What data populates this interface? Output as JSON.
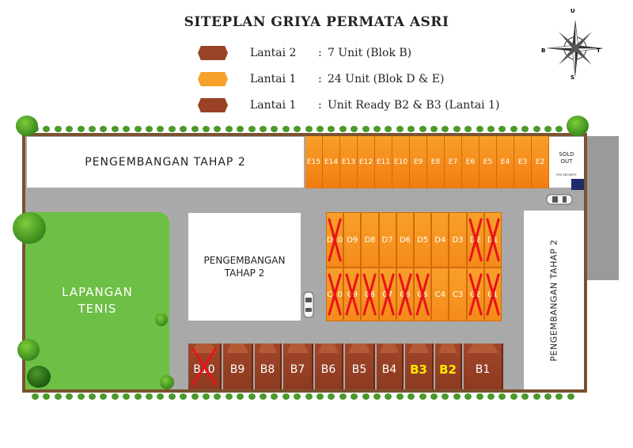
{
  "title": "SITEPLAN GRIYA PERMATA ASRI",
  "legend": [
    {
      "label": "Lantai 2",
      "colon": ":",
      "desc": "7 Unit (Blok B)",
      "color": "#9a4226"
    },
    {
      "label": "Lantai 1",
      "colon": ":",
      "desc": "24 Unit (Blok D & E)",
      "color": "#f7a128"
    },
    {
      "label": "Lantai 1",
      "colon": ":",
      "desc": "Unit Ready B2 & B3 (Lantai 1)",
      "color": "#9a4226"
    }
  ],
  "compass": {
    "north": "U",
    "south": "S",
    "east": "T",
    "west": "B"
  },
  "zones": {
    "top_left": "PENGEMBANGAN TAHAP 2",
    "center": "PENGEMBANGAN TAHAP 2",
    "right": "PENGEMBANGAN TAHAP 2",
    "tennis": "LAPANGAN TENIS"
  },
  "sold_out": {
    "label": "SOLD OUT",
    "security": "POS SECURITY"
  },
  "blok_e": [
    "E15",
    "E14",
    "E13",
    "E12",
    "E11",
    "E10",
    "E9",
    "E8",
    "E7",
    "E6",
    "E5",
    "E4",
    "E3",
    "E2"
  ],
  "blok_d_top": [
    {
      "label": "D10",
      "sold": true
    },
    {
      "label": "D9",
      "sold": false
    },
    {
      "label": "D8",
      "sold": false
    },
    {
      "label": "D7",
      "sold": false
    },
    {
      "label": "D6",
      "sold": false
    },
    {
      "label": "D5",
      "sold": false
    },
    {
      "label": "D4",
      "sold": false
    },
    {
      "label": "D3",
      "sold": false
    },
    {
      "label": "D2",
      "sold": true
    },
    {
      "label": "D1",
      "sold": true
    }
  ],
  "blok_c": [
    {
      "label": "C10",
      "sold": true
    },
    {
      "label": "C9",
      "sold": true
    },
    {
      "label": "C8",
      "sold": true
    },
    {
      "label": "C7",
      "sold": true
    },
    {
      "label": "C6",
      "sold": true
    },
    {
      "label": "C5",
      "sold": true
    },
    {
      "label": "C4",
      "sold": false
    },
    {
      "label": "C3",
      "sold": false
    },
    {
      "label": "C2",
      "sold": true
    },
    {
      "label": "C1",
      "sold": true
    }
  ],
  "blok_b": [
    {
      "label": "B10",
      "sold": true,
      "ready": false
    },
    {
      "label": "B9",
      "sold": false,
      "ready": false
    },
    {
      "label": "B8",
      "sold": false,
      "ready": false
    },
    {
      "label": "B7",
      "sold": false,
      "ready": false
    },
    {
      "label": "B6",
      "sold": false,
      "ready": false
    },
    {
      "label": "B5",
      "sold": false,
      "ready": false
    },
    {
      "label": "B4",
      "sold": false,
      "ready": false
    },
    {
      "label": "B3",
      "sold": false,
      "ready": true
    },
    {
      "label": "B2",
      "sold": false,
      "ready": true
    },
    {
      "label": "B1",
      "sold": false,
      "ready": false
    }
  ],
  "colors": {
    "orange": "#f7a128",
    "brown": "#9a4226",
    "grass": "#6dbf45",
    "road": "#a9a9a9",
    "fence": "#7a5230",
    "cross": "#e8121a",
    "ready_text": "#ffe800"
  }
}
